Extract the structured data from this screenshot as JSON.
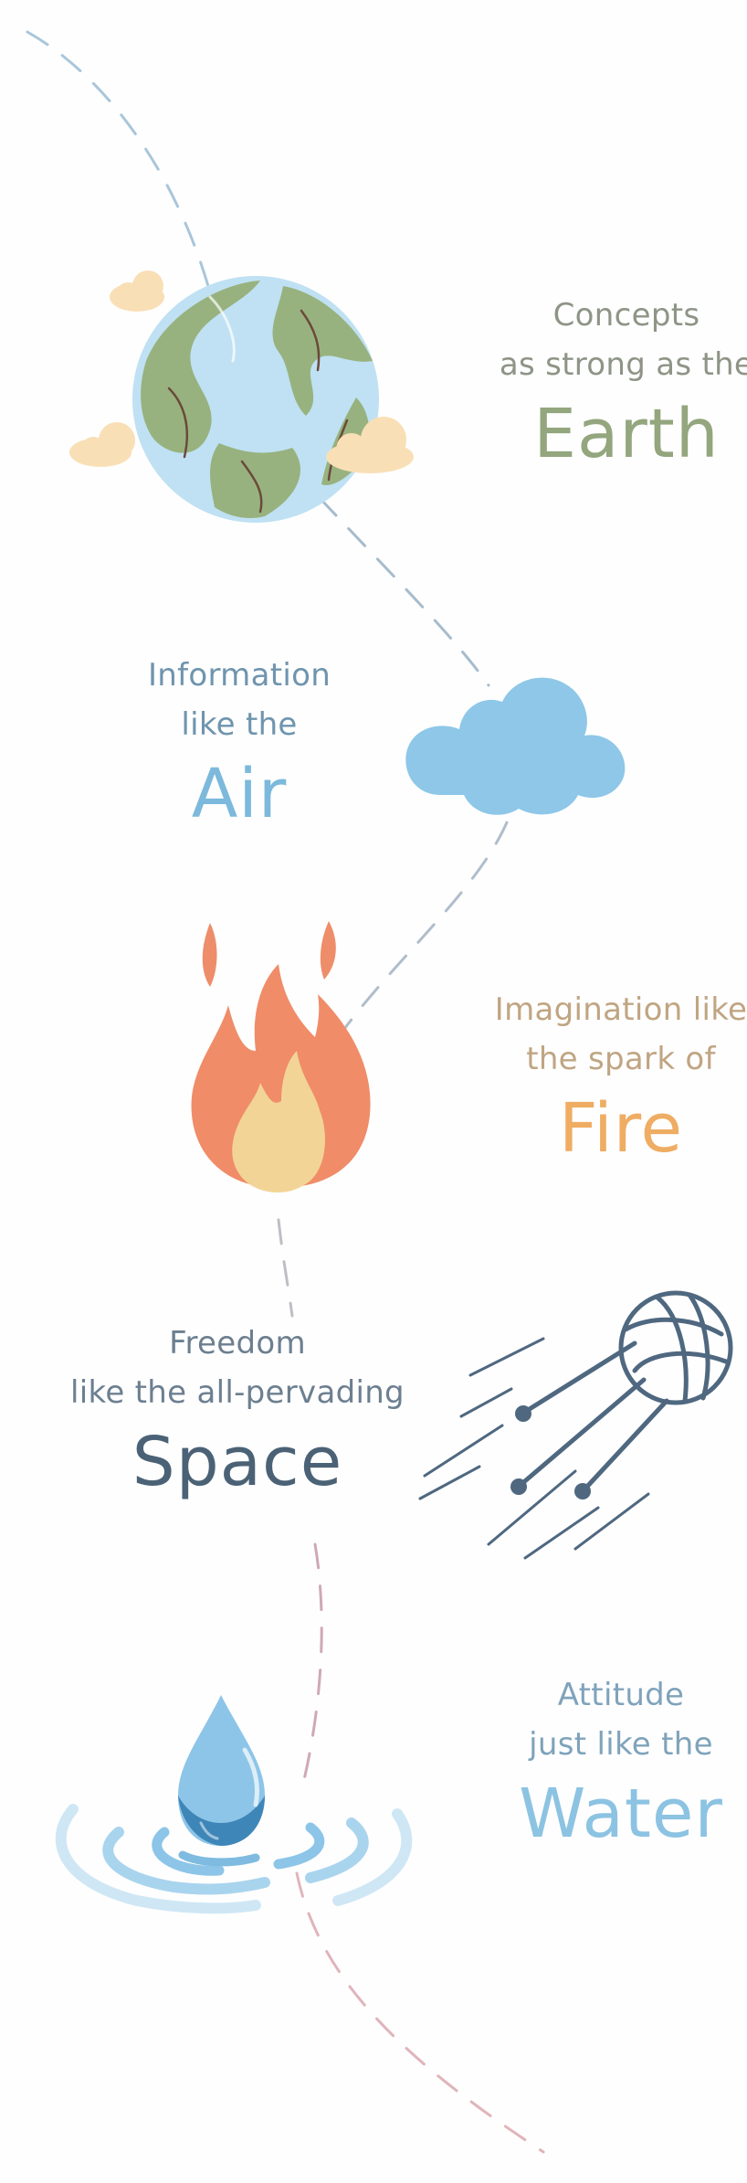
{
  "sections": [
    {
      "id": "earth",
      "line1": "Concepts",
      "line2": "as strong as the",
      "word": "Earth"
    },
    {
      "id": "air",
      "line1": "Information",
      "line2": "like the",
      "word": "Air"
    },
    {
      "id": "fire",
      "line1": "Imagination like",
      "line2": "the spark of",
      "word": "Fire"
    },
    {
      "id": "space",
      "line1": "Freedom",
      "line2": "like the all-pervading",
      "word": "Space"
    },
    {
      "id": "water",
      "line1": "Attitude",
      "line2": "just like the",
      "word": "Water"
    }
  ],
  "icons": {
    "earth": "earth-globe-icon",
    "air": "cloud-icon",
    "fire": "flame-icon",
    "space": "satellite-icon",
    "water": "water-drop-icon"
  },
  "colors": {
    "earth_text": "#93a67e",
    "air_text": "#7cb9dc",
    "fire_text": "#efac63",
    "space_text": "#4b6276",
    "water_text": "#8cc3e2"
  }
}
